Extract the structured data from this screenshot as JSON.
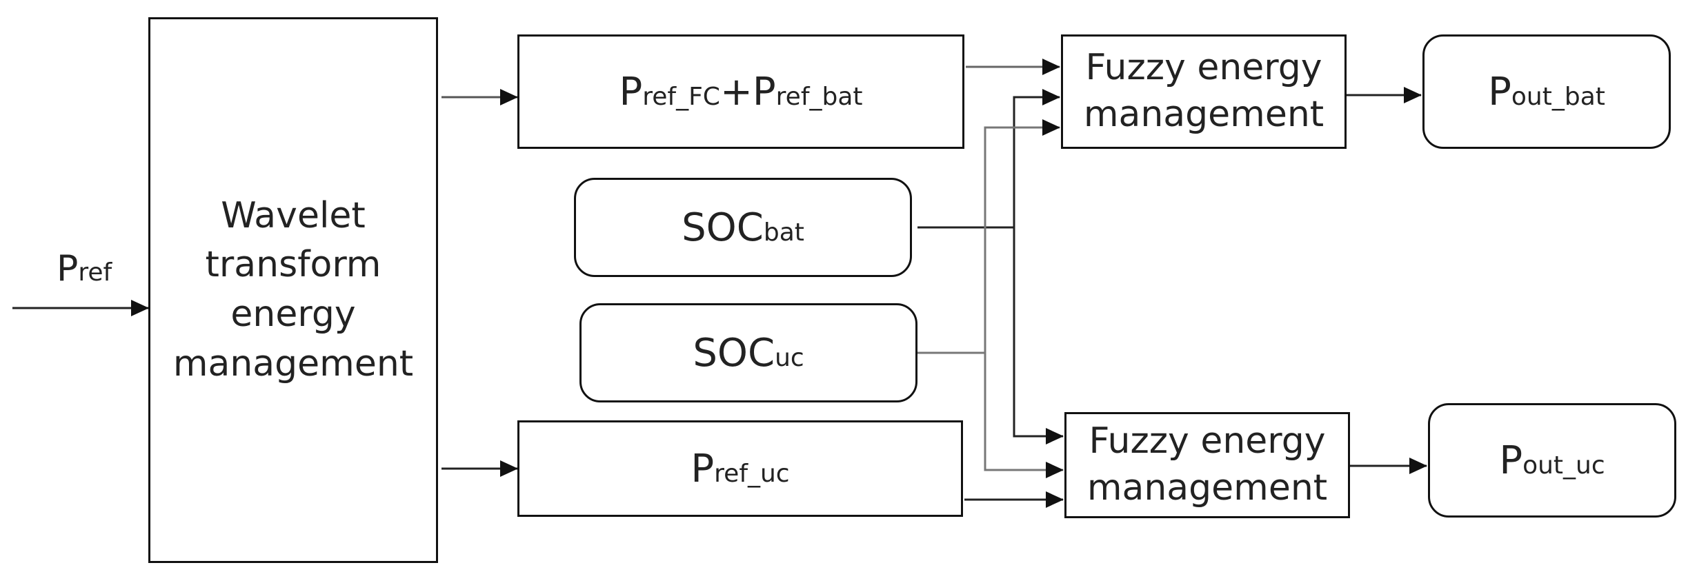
{
  "input": {
    "main": "P",
    "sub": "ref"
  },
  "wavelet_block": {
    "lines": [
      "Wavelet",
      "transform",
      "energy",
      "management"
    ]
  },
  "ref_fc_bat": {
    "a_main": "P",
    "a_sub": "ref_FC",
    "plus": "+",
    "b_main": "P",
    "b_sub": "ref_bat"
  },
  "soc_bat": {
    "main": "SOC",
    "sub": "bat"
  },
  "soc_uc": {
    "main": "SOC",
    "sub": "uc"
  },
  "ref_uc": {
    "main": "P",
    "sub": "ref_uc"
  },
  "fuzzy_top": {
    "line1": "Fuzzy energy",
    "line2": "management"
  },
  "fuzzy_bottom": {
    "line1": "Fuzzy energy",
    "line2": "management"
  },
  "out_bat": {
    "main": "P",
    "sub": "out_bat"
  },
  "out_uc": {
    "main": "P",
    "sub": "out_uc"
  }
}
